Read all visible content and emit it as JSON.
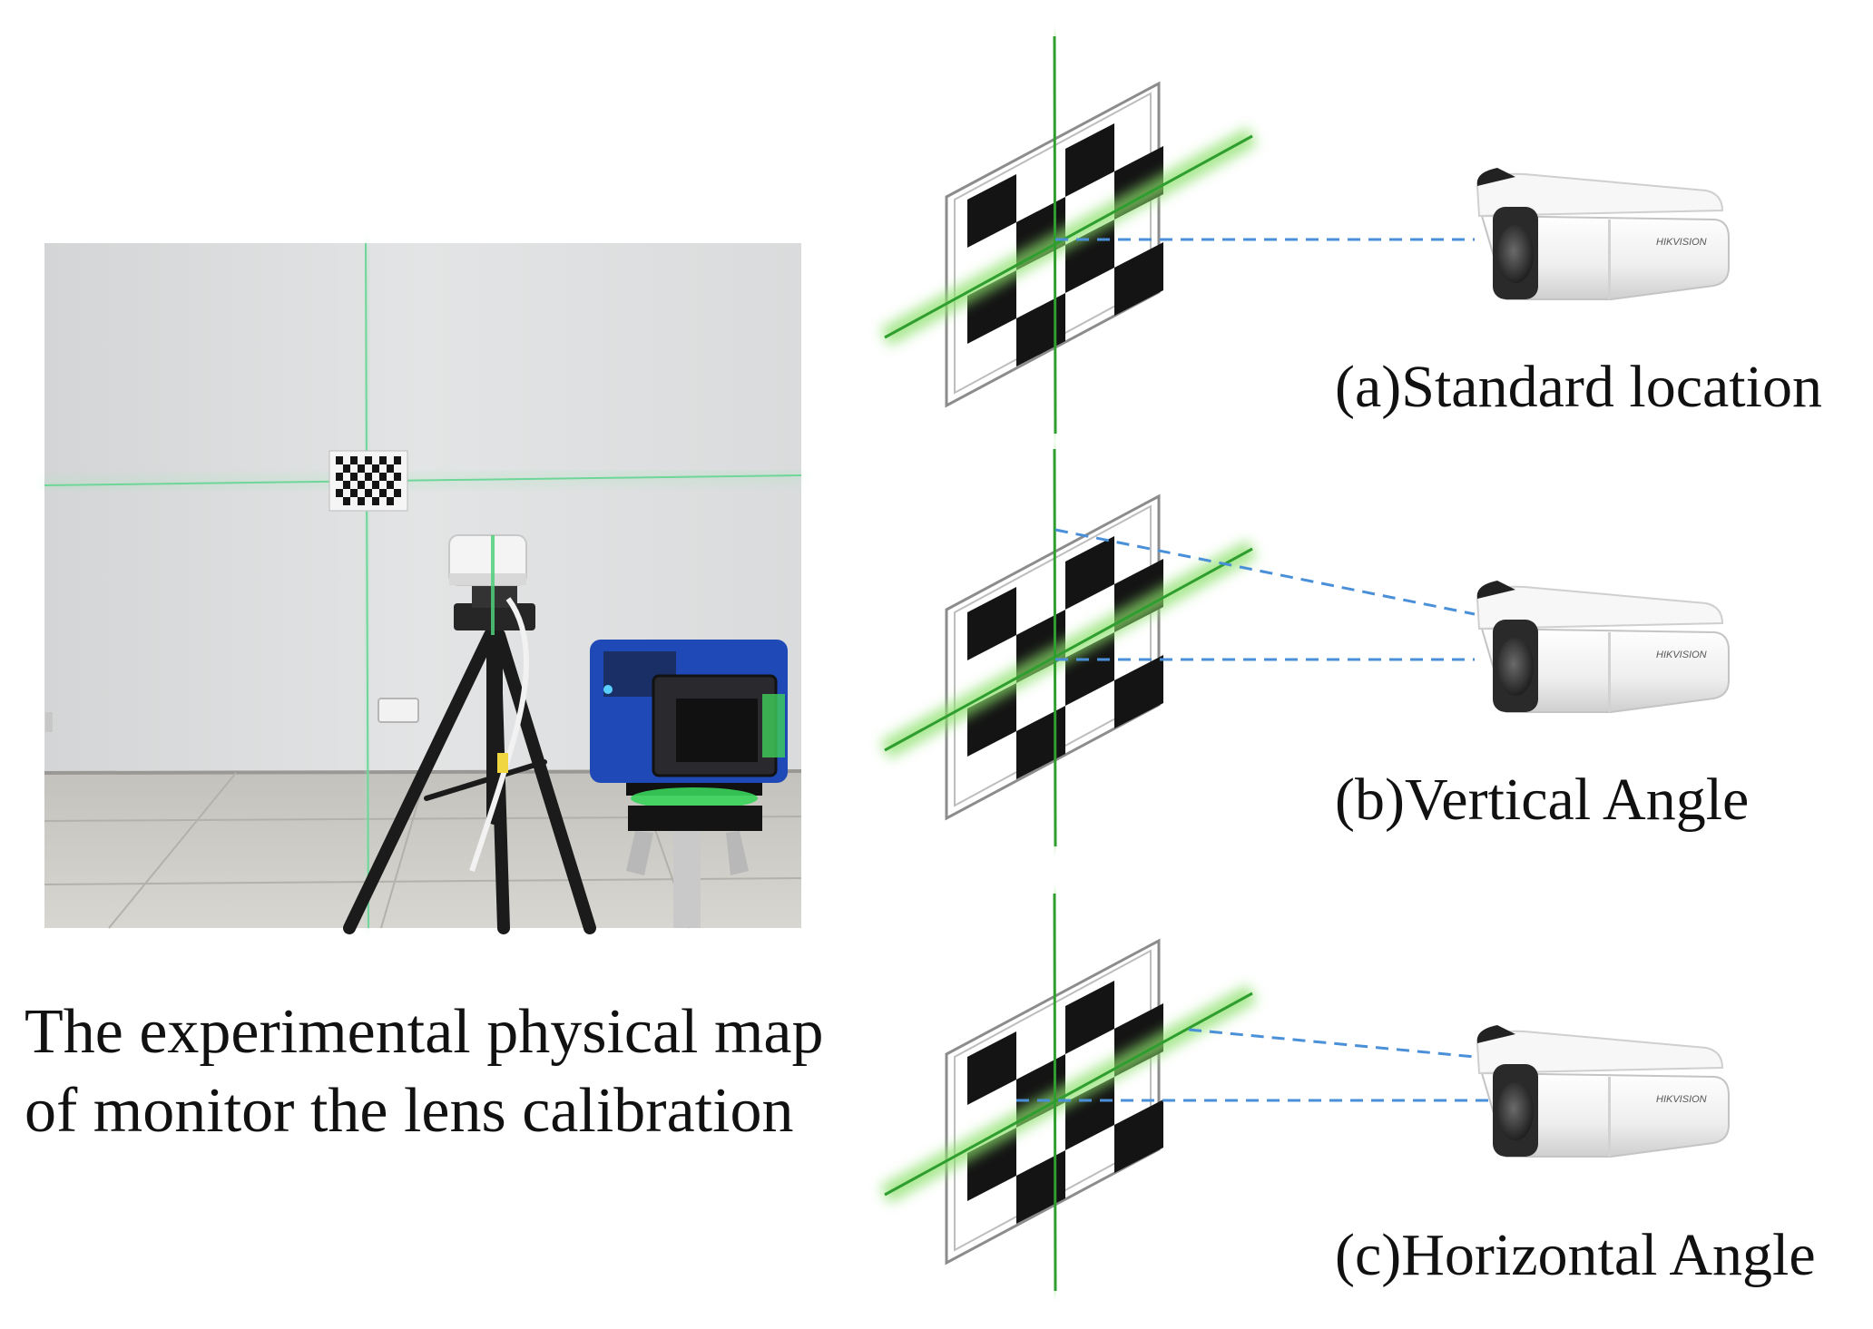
{
  "photo": {
    "brand_on_device": "",
    "caption_lines": [
      "The experimental physical map",
      "of monitor the lens calibration"
    ]
  },
  "panels": [
    {
      "caption": "(a)Standard location",
      "brand": "HIKVISION"
    },
    {
      "caption": "(b)Vertical Angle",
      "brand": "HIKVISION"
    },
    {
      "caption": "(c)Horizontal Angle",
      "brand": "HIKVISION"
    }
  ],
  "colors": {
    "laser": "#2f9e2f",
    "laser_glow": "#8be06a",
    "dash": "#4a90d9",
    "device_blue": "#1f49b6",
    "wall": "#dcdedf",
    "floor": "#c9c7c2",
    "checker": "#141414"
  }
}
